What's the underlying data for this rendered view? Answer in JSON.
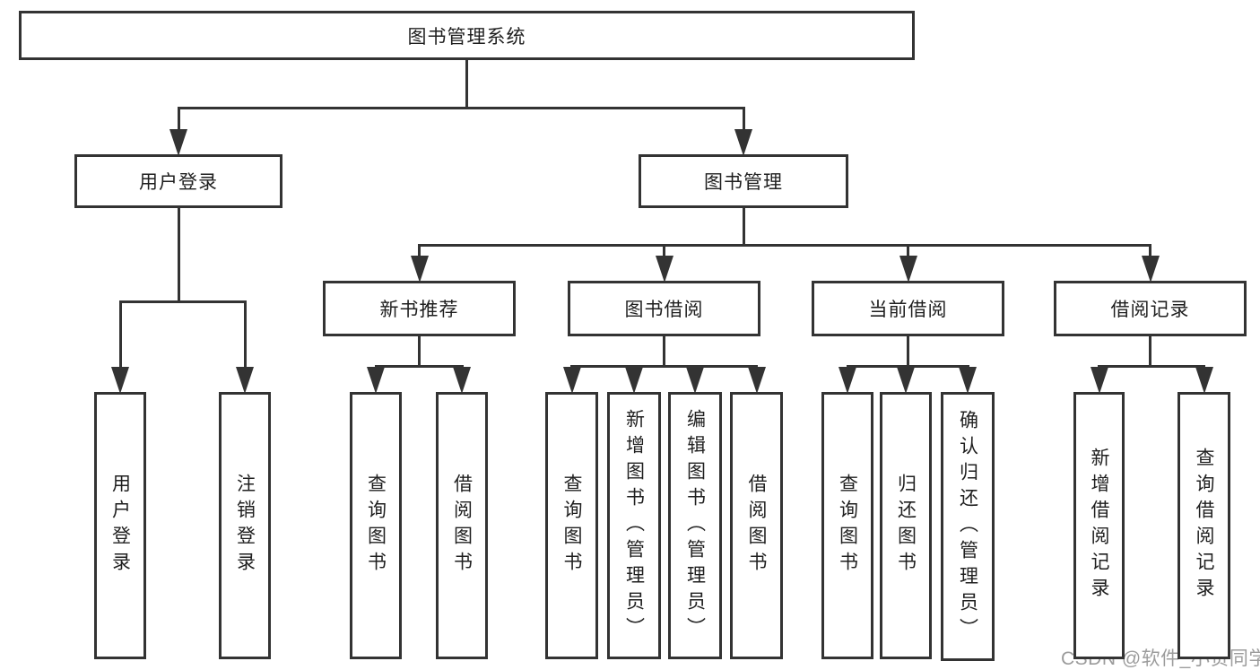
{
  "diagram": {
    "title": "图书管理系统",
    "watermark": "CSDN @软件_小贺同学",
    "colors": {
      "line": "#333333",
      "text": "#1f1f1f",
      "background": "#ffffff",
      "watermark": "#9c9c9c"
    },
    "nodes": [
      {
        "id": "root",
        "label": "图书管理系统",
        "text_direction": "h",
        "level": 1
      },
      {
        "id": "user-login",
        "label": "用户登录",
        "text_direction": "h",
        "level": 2
      },
      {
        "id": "book-mgmt",
        "label": "图书管理",
        "text_direction": "h",
        "level": 2
      },
      {
        "id": "new-book-rec",
        "label": "新书推荐",
        "text_direction": "h",
        "level": 3
      },
      {
        "id": "book-borrow",
        "label": "图书借阅",
        "text_direction": "h",
        "level": 3
      },
      {
        "id": "current-borrow",
        "label": "当前借阅",
        "text_direction": "h",
        "level": 3
      },
      {
        "id": "borrow-records",
        "label": "借阅记录",
        "text_direction": "h",
        "level": 3
      },
      {
        "id": "login",
        "label": "用户登录",
        "text_direction": "v",
        "level": 4
      },
      {
        "id": "logout",
        "label": "注销登录",
        "text_direction": "v",
        "level": 4
      },
      {
        "id": "nbr-query-books",
        "label": "查询图书",
        "text_direction": "v",
        "level": 4
      },
      {
        "id": "nbr-borrow-books",
        "label": "借阅图书",
        "text_direction": "v",
        "level": 4
      },
      {
        "id": "bb-query-books",
        "label": "查询图书",
        "text_direction": "v",
        "level": 4
      },
      {
        "id": "bb-add-books",
        "label": "新增图书（管理员）",
        "text_direction": "v",
        "level": 4
      },
      {
        "id": "bb-edit-books",
        "label": "编辑图书（管理员）",
        "text_direction": "v",
        "level": 4
      },
      {
        "id": "bb-borrow-books",
        "label": "借阅图书",
        "text_direction": "v",
        "level": 4
      },
      {
        "id": "cb-query-books",
        "label": "查询图书",
        "text_direction": "v",
        "level": 4
      },
      {
        "id": "cb-return-books",
        "label": "归还图书",
        "text_direction": "v",
        "level": 4
      },
      {
        "id": "cb-confirm-return",
        "label": "确认归还（管理员）",
        "text_direction": "v",
        "level": 4
      },
      {
        "id": "br-add-record",
        "label": "新增借阅记录",
        "text_direction": "v",
        "level": 4
      },
      {
        "id": "br-query-record",
        "label": "查询借阅记录",
        "text_direction": "v",
        "level": 4
      }
    ],
    "edges": [
      {
        "from": "root",
        "to": [
          "user-login",
          "book-mgmt"
        ]
      },
      {
        "from": "user-login",
        "to": [
          "login",
          "logout"
        ]
      },
      {
        "from": "book-mgmt",
        "to": [
          "new-book-rec",
          "book-borrow",
          "current-borrow",
          "borrow-records"
        ]
      },
      {
        "from": "new-book-rec",
        "to": [
          "nbr-query-books",
          "nbr-borrow-books"
        ]
      },
      {
        "from": "book-borrow",
        "to": [
          "bb-query-books",
          "bb-add-books",
          "bb-edit-books",
          "bb-borrow-books"
        ]
      },
      {
        "from": "current-borrow",
        "to": [
          "cb-query-books",
          "cb-return-books",
          "cb-confirm-return"
        ]
      },
      {
        "from": "borrow-records",
        "to": [
          "br-add-record",
          "br-query-record"
        ]
      }
    ]
  }
}
